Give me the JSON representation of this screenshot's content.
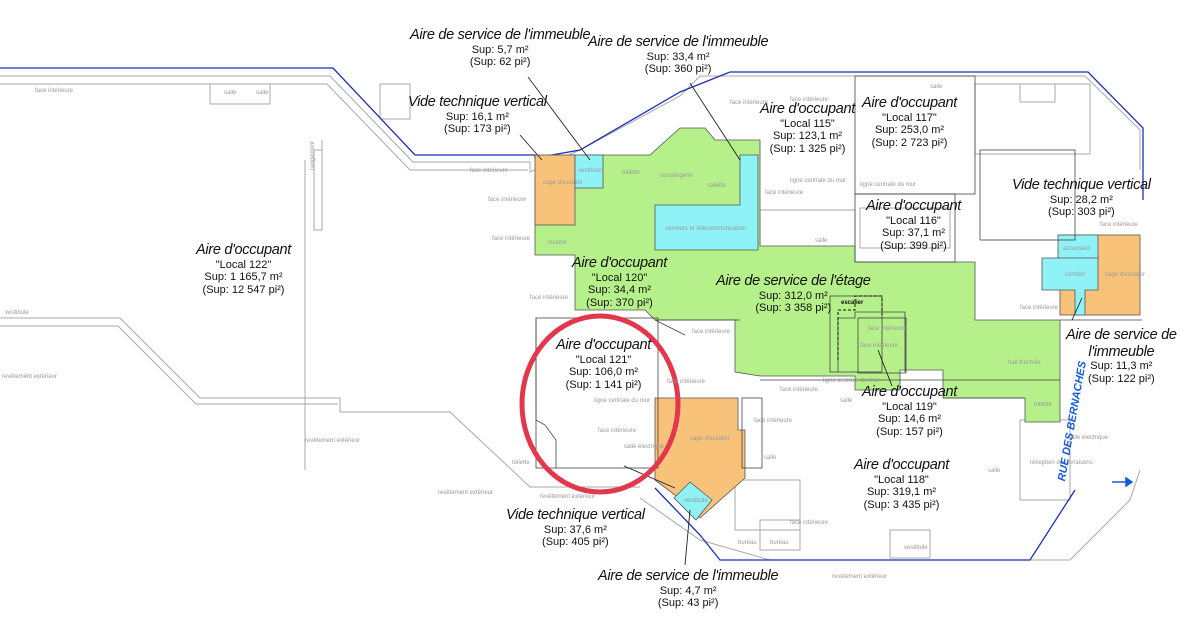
{
  "street": "RUE DES BERNACHES",
  "colors": {
    "occupant_green": "#b6f08a",
    "service_orange": "#f8c27a",
    "vertical_cyan": "#8ef2f6",
    "outline_blue": "#1b2fb8",
    "highlight_red": "#e2374c"
  },
  "labels": {
    "svc_a": {
      "title": "Aire de service de l'immeuble",
      "line1": "Sup: 5,7 m²",
      "line2": "(Sup: 62 pi²)"
    },
    "svc_b": {
      "title": "Aire de service de l'immeuble",
      "line1": "Sup: 33,4 m²",
      "line2": "(Sup: 360 pi²)"
    },
    "vt_a": {
      "title": "Vide technique vertical",
      "line1": "Sup: 16,1 m²",
      "line2": "(Sup: 173 pi²)"
    },
    "loc115": {
      "title": "Aire d'occupant",
      "name": "\"Local 115\"",
      "line1": "Sup: 123,1 m²",
      "line2": "(Sup: 1 325 pi²)"
    },
    "loc117": {
      "title": "Aire d'occupant",
      "name": "\"Local 117\"",
      "line1": "Sup: 253,0 m²",
      "line2": "(Sup: 2 723 pi²)"
    },
    "loc116": {
      "title": "Aire d'occupant",
      "name": "\"Local 116\"",
      "line1": "Sup: 37,1 m²",
      "line2": "(Sup: 399 pi²)"
    },
    "vt_b": {
      "title": "Vide technique vertical",
      "line1": "Sup: 28,2 m²",
      "line2": "(Sup: 303 pi²)"
    },
    "loc122": {
      "title": "Aire d'occupant",
      "name": "\"Local 122\"",
      "line1": "Sup: 1 165,7 m²",
      "line2": "(Sup: 12 547 pi²)"
    },
    "loc120": {
      "title": "Aire d'occupant",
      "name": "\"Local 120\"",
      "line1": "Sup: 34,4 m²",
      "line2": "(Sup: 370 pi²)"
    },
    "etage": {
      "title": "Aire de service de l'étage",
      "line1": "Sup: 312,0 m²",
      "line2": "(Sup: 3 358 pi²)"
    },
    "svc_c": {
      "title1": "Aire de service de",
      "title2": "l'immeuble",
      "line1": "Sup: 11,3 m²",
      "line2": "(Sup: 122 pi²)"
    },
    "loc121": {
      "title": "Aire d'occupant",
      "name": "\"Local 121\"",
      "line1": "Sup: 106,0 m²",
      "line2": "(Sup: 1 141 pi²)"
    },
    "loc119": {
      "title": "Aire d'occupant",
      "name": "\"Local 119\"",
      "line1": "Sup: 14,6 m²",
      "line2": "(Sup: 157 pi²)"
    },
    "loc118": {
      "title": "Aire d'occupant",
      "name": "\"Local 118\"",
      "line1": "Sup: 319,1 m²",
      "line2": "(Sup: 3 435 pi²)"
    },
    "vt_c": {
      "title": "Vide technique vertical",
      "line1": "Sup: 37,6 m²",
      "line2": "(Sup: 405 pi²)"
    },
    "svc_d": {
      "title": "Aire de service de l'immeuble",
      "line1": "Sup: 4,7 m²",
      "line2": "(Sup: 43 pi²)"
    }
  },
  "room_tags": {
    "face_interieure": "face intérieure",
    "salle": "salle",
    "toilette": "toilette",
    "conciergerie": "conciergerie",
    "cage_escalier": "cage d'escalier",
    "vestibule": "vestibule",
    "serveurs": "serveurs et télécommunication",
    "ligne_mur": "ligne centrale du mur",
    "corridor": "corridor",
    "escalier": "escalier",
    "hall": "hall d'entrée",
    "revetement": "revêtement extérieur",
    "salle_elec": "salle électrique",
    "reception": "réception des livraisons",
    "bureau": "bureau",
    "rangement": "rangement",
    "cuisine": "cuisine",
    "ascenseur": "ascenseur"
  }
}
